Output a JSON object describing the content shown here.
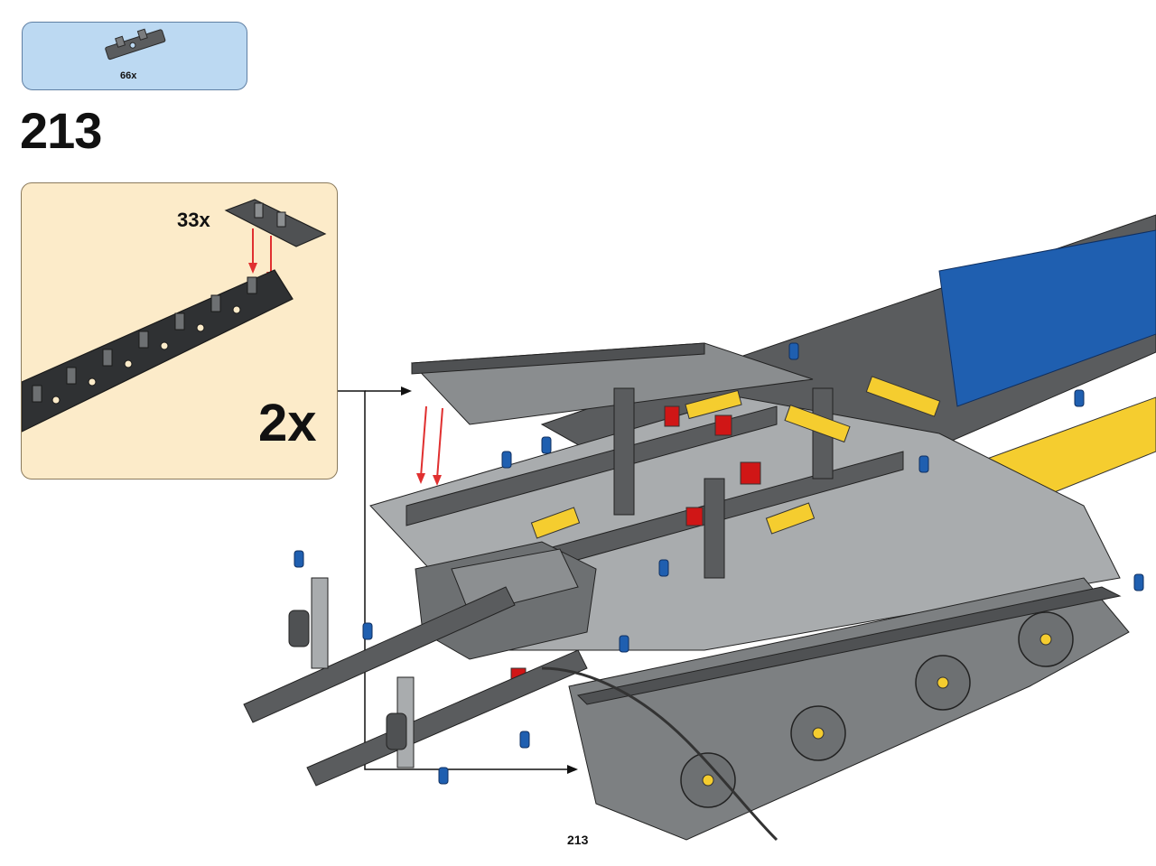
{
  "parts_list": {
    "count": "66x",
    "part_icon": "tread-link-piece-icon"
  },
  "step": {
    "number": "213"
  },
  "subassembly": {
    "part_count": "33x",
    "multiplier": "2x",
    "part_icon": "tread-link-piece-icon",
    "arrow_color": "#e03030"
  },
  "page": {
    "number": "213"
  },
  "colors": {
    "parts_box_bg": "#bcd9f2",
    "subassembly_bg": "#fcebc9",
    "lego_dark_gray": "#5a5c5e",
    "lego_light_gray": "#a9acae",
    "lego_yellow": "#f5cd2f",
    "lego_blue": "#1f5fb0",
    "lego_red": "#d01616"
  }
}
